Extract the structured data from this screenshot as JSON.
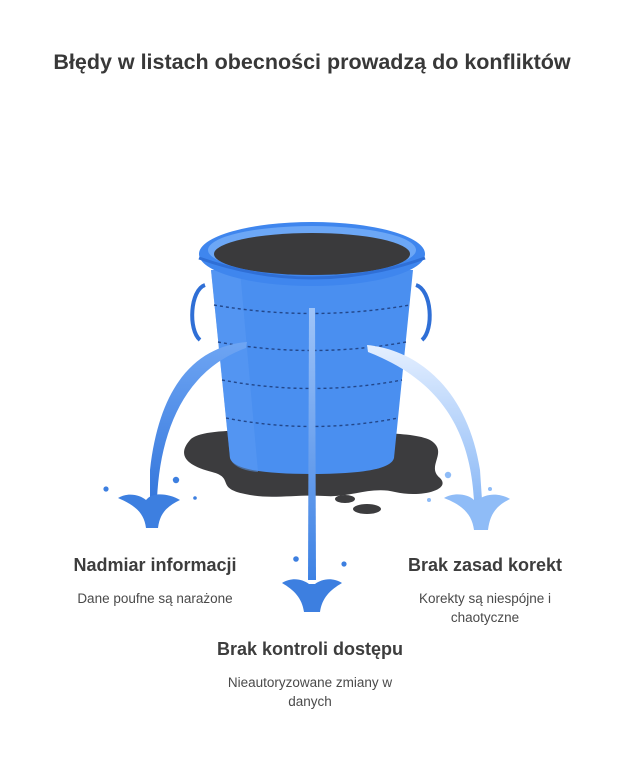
{
  "title": "Błędy w listach obecności prowadzą do konfliktów",
  "leaks": [
    {
      "heading": "Nadmiar informacji",
      "description": "Dane poufne są narażone",
      "color": "#3d7fe0"
    },
    {
      "heading": "Brak kontroli dostępu",
      "description": "Nieautoryzowane zmiany w danych",
      "color": "#3d7fe0"
    },
    {
      "heading": "Brak zasad korekt",
      "description": "Korekty są niespójne i chaotyczne",
      "color": "#8fbcf7"
    }
  ],
  "colors": {
    "bucket": "#4a8ff0",
    "bucket_dark": "#2f6fd6",
    "puddle": "#3c3c3e"
  }
}
